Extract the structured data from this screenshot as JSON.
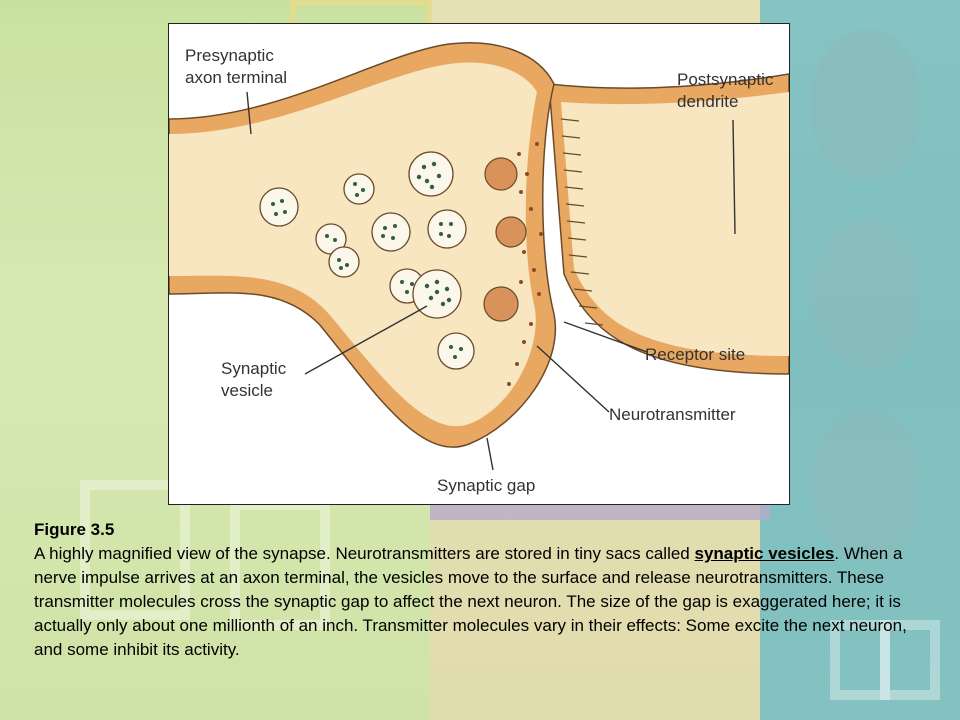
{
  "diagram": {
    "labels": {
      "presynaptic": "Presynaptic\naxon terminal",
      "postsynaptic": "Postsynaptic\ndendrite",
      "vesicle": "Synaptic\nvesicle",
      "receptor": "Receptor site",
      "neurotransmitter": "Neurotransmitter",
      "gap": "Synaptic gap"
    },
    "colors": {
      "membrane": "#e8a862",
      "cytoplasm": "#f7e6c0",
      "vesicle_dots": "#2e5d4a",
      "cleft_dots": "#8b4a2a"
    }
  },
  "caption": {
    "title": "Figure 3.5",
    "text_before": "A highly magnified view of the synapse. Neurotransmitters are stored in tiny sacs called ",
    "key_term": "synaptic vesicles",
    "text_after": ". When a nerve impulse arrives at an axon terminal, the vesicles move to the surface and release neurotransmitters. These transmitter molecules cross the synaptic gap to affect the next neuron. The size of the gap is exaggerated here; it is actually only about one millionth of an inch. Transmitter molecules vary in their effects: Some excite the next neuron, and some inhibit its activity."
  }
}
